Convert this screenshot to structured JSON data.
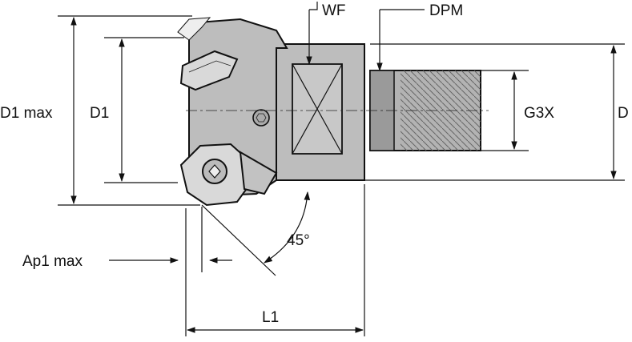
{
  "labels": {
    "d1_max": "D1 max",
    "d1": "D1",
    "wf": "WF",
    "dpm": "DPM",
    "g3x": "G3X",
    "d": "D",
    "ap1_max": "Ap1 max",
    "angle": "45°",
    "l1": "L1"
  },
  "colors": {
    "body": "#bdbdbd",
    "body_dark": "#8f8f8f",
    "insert": "#d9d9d9",
    "thread": "#b3b3b3",
    "line": "#111111"
  }
}
